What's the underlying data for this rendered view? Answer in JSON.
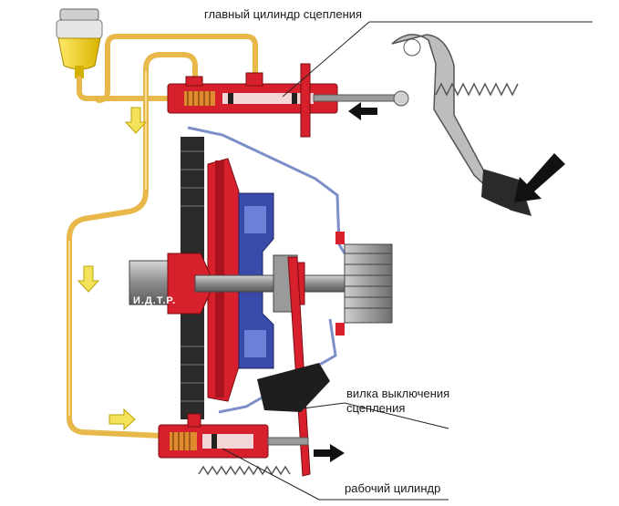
{
  "labels": {
    "master_cylinder": "главный цилиндр сцепления",
    "release_fork_line1": "вилка выключения",
    "release_fork_line2": "сцепления",
    "slave_cylinder": "рабочий цилиндр"
  },
  "watermark": "И.Д.Т.Р.",
  "colors": {
    "hydraulic_line": "#e8b84a",
    "cylinder_body": "#d8202c",
    "flywheel": "#2a2a2a",
    "clutch_disc": "#3a4aa8",
    "housing_outline": "#7d8fc8",
    "shaft": "#9a9a9a",
    "flow_arrow": "#f3e25a",
    "direction_arrow": "#111111",
    "spring": "#555555"
  },
  "icons": [
    "reservoir-icon",
    "pedal-icon",
    "flow-arrow-icon",
    "push-arrow-icon"
  ]
}
